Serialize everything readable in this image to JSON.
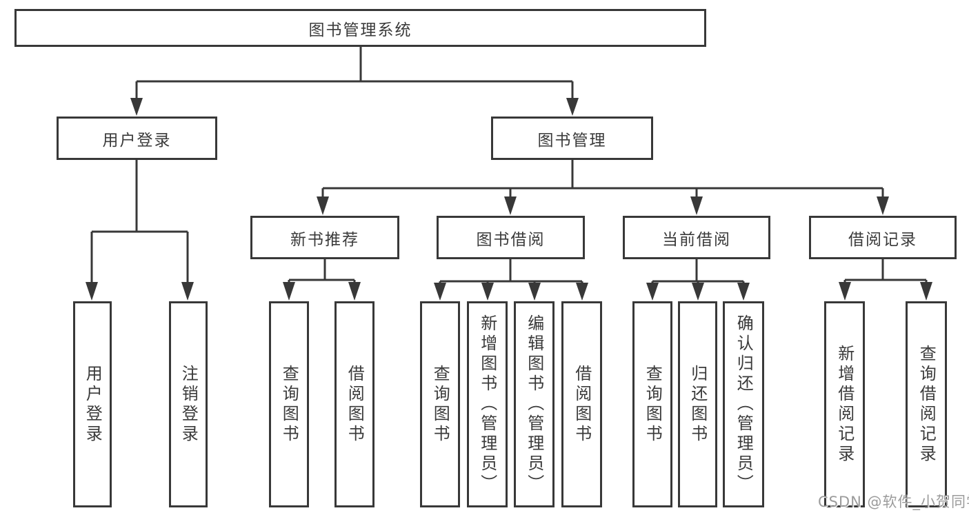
{
  "tree": {
    "root": "图书管理系统",
    "user": {
      "label": "用户登录",
      "children": [
        "用户登录",
        "注销登录"
      ]
    },
    "mgmt": {
      "label": "图书管理",
      "sections": [
        {
          "label": "新书推荐",
          "children": [
            "查询图书",
            "借阅图书"
          ]
        },
        {
          "label": "图书借阅",
          "children": [
            "查询图书",
            "新增图书（管理员）",
            "编辑图书（管理员）",
            "借阅图书"
          ]
        },
        {
          "label": "当前借阅",
          "children": [
            "查询图书",
            "归还图书",
            "确认归还（管理员）"
          ]
        },
        {
          "label": "借阅记录",
          "children": [
            "新增借阅记录",
            "查询借阅记录"
          ]
        }
      ]
    }
  },
  "watermark": {
    "text": "CSDN @软件_小贺同学"
  },
  "colors": {
    "line": "#383838",
    "text": "#3a3a3a",
    "watermark": "#9b9b9b",
    "background": "#ffffff"
  }
}
